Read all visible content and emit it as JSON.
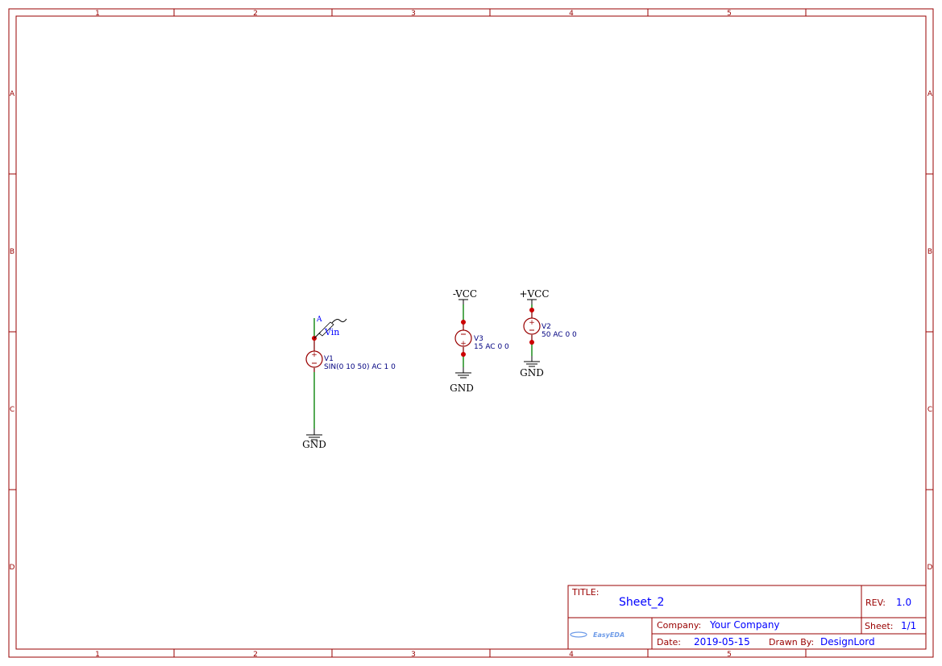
{
  "frame": {
    "columns": [
      "1",
      "2",
      "3",
      "4",
      "5"
    ],
    "rows": [
      "A",
      "B",
      "C",
      "D"
    ]
  },
  "title_block": {
    "title_label": "TITLE:",
    "title_value": "Sheet_2",
    "rev_label": "REV:",
    "rev_value": "1.0",
    "company_label": "Company:",
    "company_value": "Your Company",
    "sheet_label": "Sheet:",
    "sheet_value": "1/1",
    "date_label": "Date:",
    "date_value": "2019-05-15",
    "drawn_label": "Drawn By:",
    "drawn_value": "DesignLord",
    "logo": "EasyEDA"
  },
  "components": {
    "v1": {
      "name": "V1",
      "value": "SIN(0 10 50) AC 1 0",
      "gnd": "GND",
      "probe_net": "A",
      "probe_label": "Vin"
    },
    "v3": {
      "name": "V3",
      "value": "15 AC 0 0",
      "supply": "-VCC",
      "gnd": "GND"
    },
    "v2": {
      "name": "V2",
      "value": "50 AC 0 0",
      "supply": "+VCC",
      "gnd": "GND"
    }
  },
  "colors": {
    "frame": "#990000",
    "value": "#0000ff",
    "wire": "#55aa55"
  }
}
